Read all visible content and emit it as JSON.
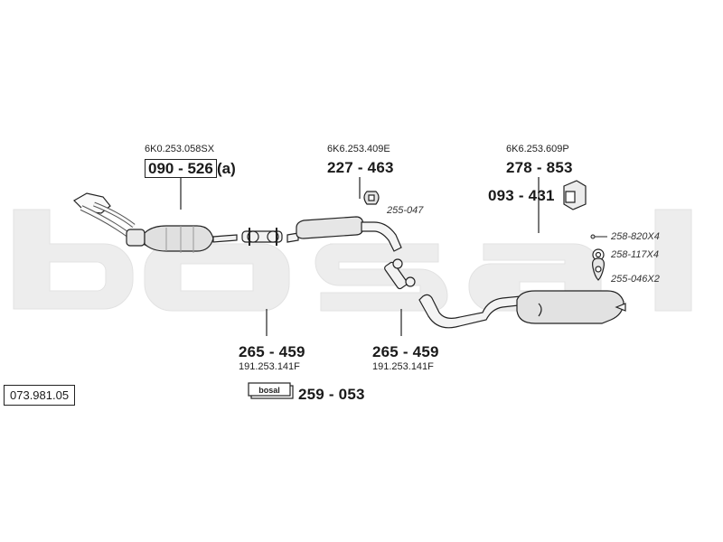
{
  "diagram_code": "073.981.05",
  "brand_watermark": "bosal",
  "brand_badge": "bosal",
  "parts": {
    "catalytic": {
      "oem": "6K0.253.058SX",
      "number": "090 - 526",
      "suffix": "(a)"
    },
    "front_pipe": {
      "oem": "6K6.253.409E",
      "number": "227 - 463"
    },
    "rear_box": {
      "oem": "6K6.253.609P",
      "number": "278 - 853"
    },
    "bracket": {
      "number": "093 - 431"
    },
    "clamp_left": {
      "number": "265 - 459",
      "oem": "191.253.141F"
    },
    "clamp_right": {
      "number": "265 - 459",
      "oem": "191.253.141F"
    },
    "assembly_kit": {
      "number": "259 - 053"
    }
  },
  "accessories": {
    "rubber_mount": "255-047",
    "bolt": "258-820X4",
    "nut": "258-117X4",
    "hanger": "255-046X2"
  }
}
